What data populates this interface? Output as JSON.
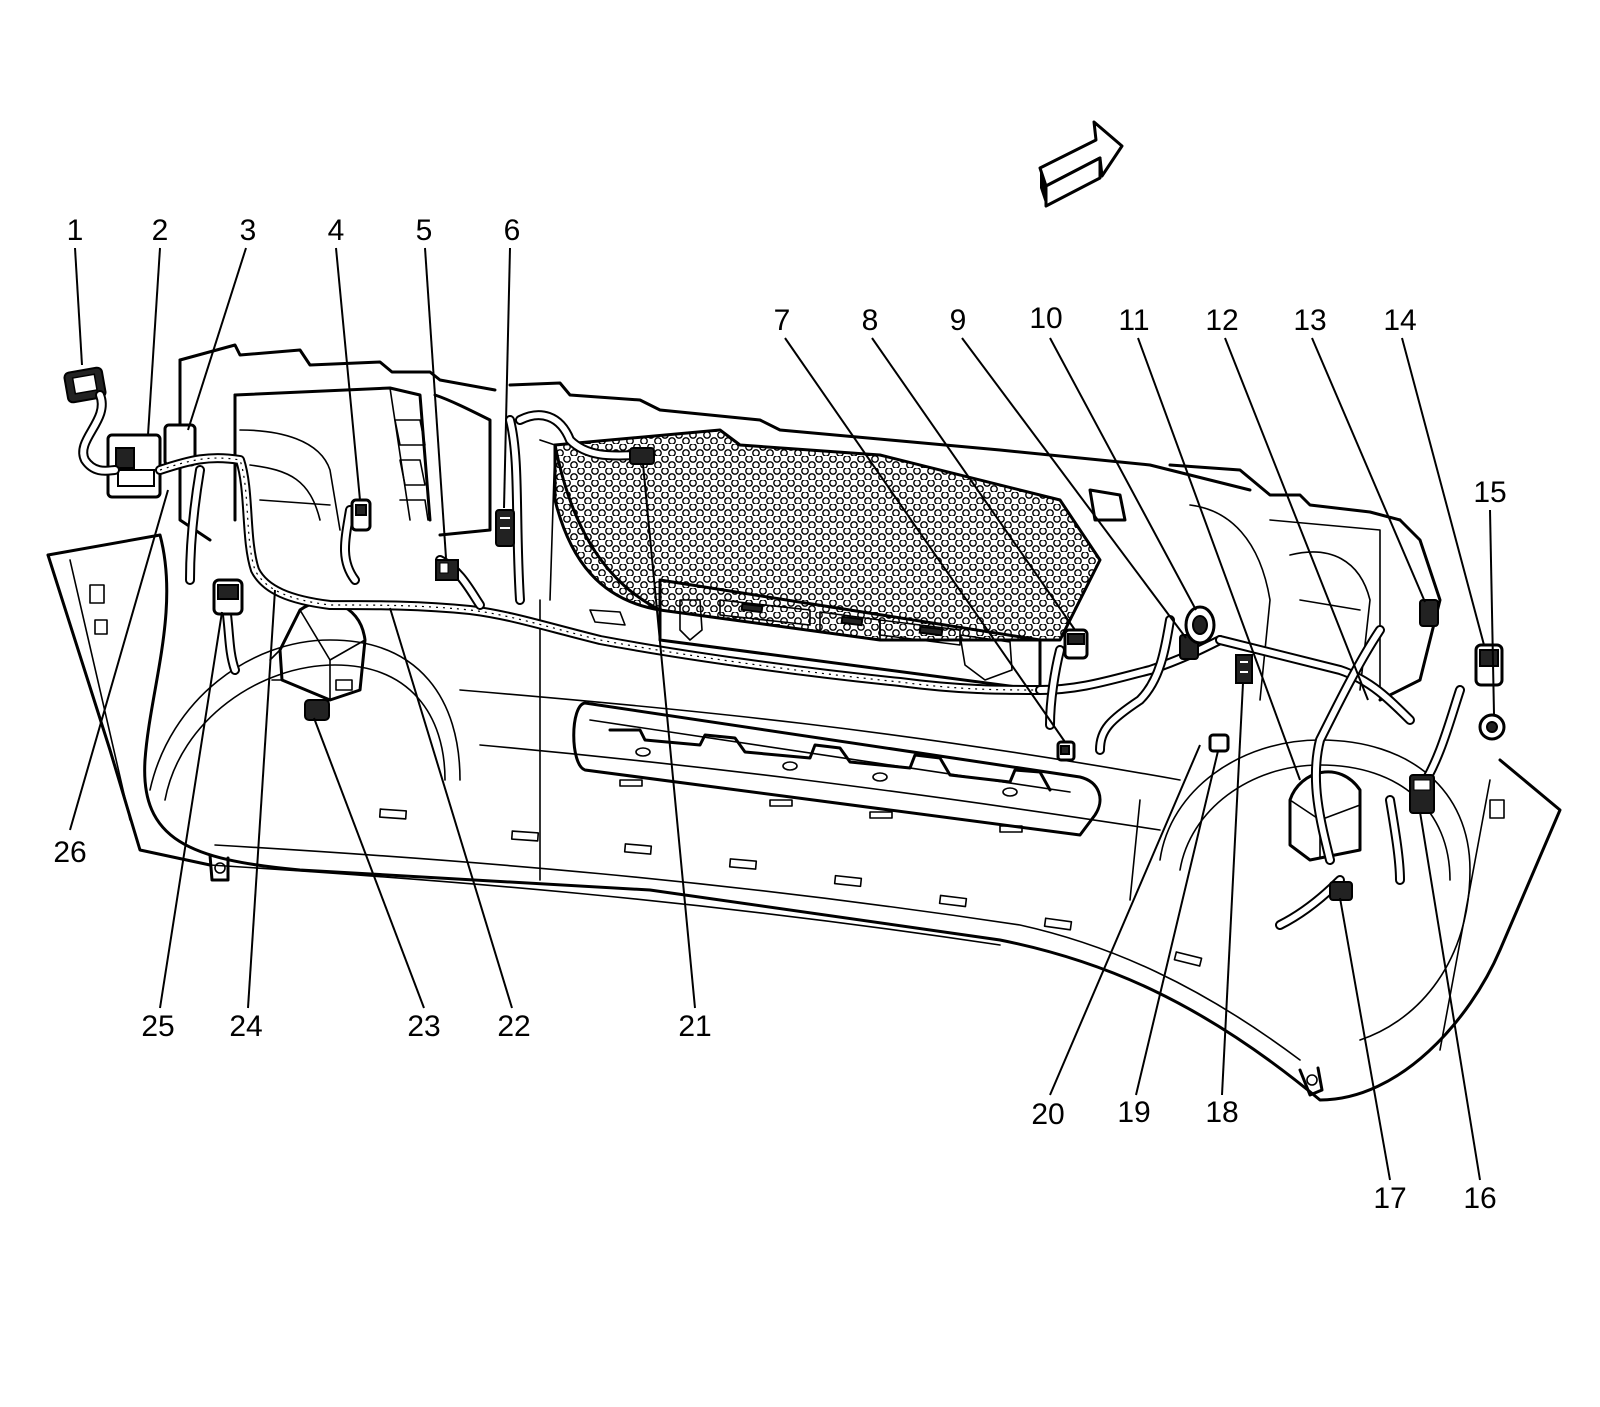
{
  "callouts": [
    "1",
    "2",
    "3",
    "4",
    "5",
    "6",
    "7",
    "8",
    "9",
    "10",
    "11",
    "12",
    "13",
    "14",
    "15",
    "16",
    "17",
    "18",
    "19",
    "20",
    "21",
    "22",
    "23",
    "24",
    "25",
    "26"
  ],
  "icons": {
    "direction": "forward-arrow-icon"
  },
  "colors": {
    "line": "#000000",
    "background": "#ffffff"
  }
}
